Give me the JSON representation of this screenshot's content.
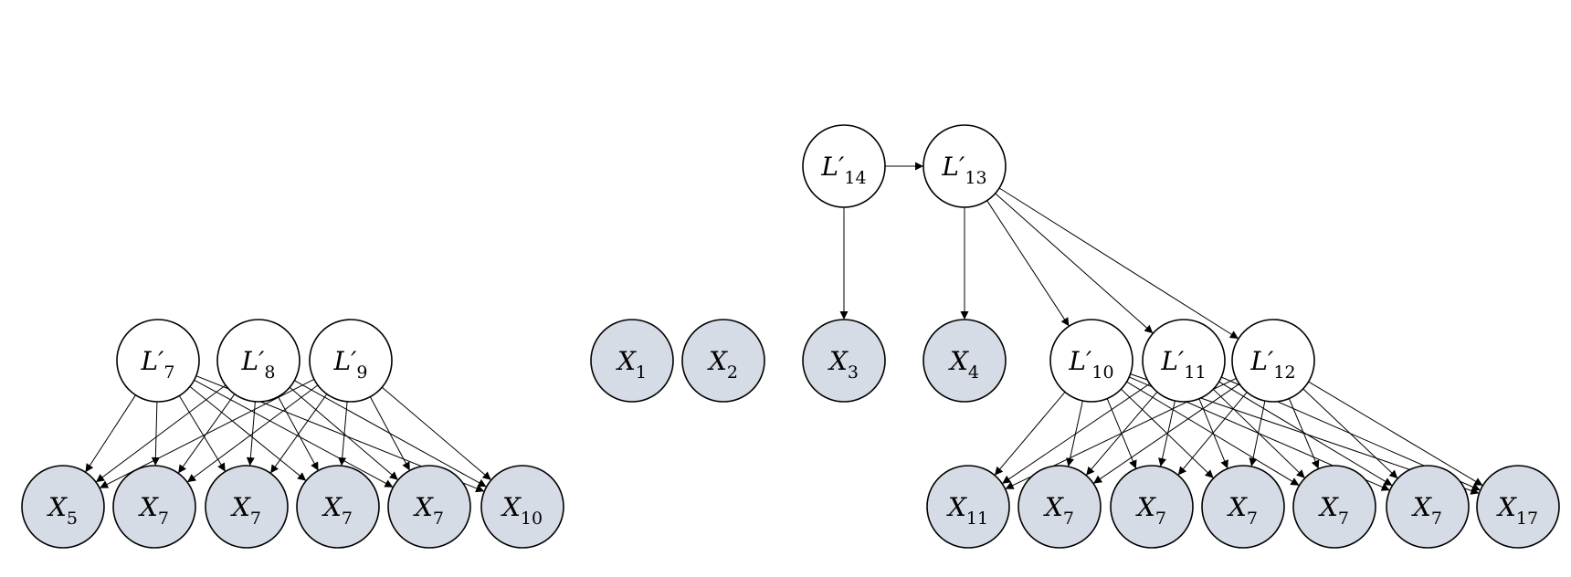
{
  "colors": {
    "latent_fill": "#ffffff",
    "observed_fill": "#d6dce5",
    "stroke": "#000000"
  },
  "nodes": [
    {
      "id": "L14",
      "kind": "latent",
      "base": "L′",
      "sub": "14"
    },
    {
      "id": "L13",
      "kind": "latent",
      "base": "L′",
      "sub": "13"
    },
    {
      "id": "L7",
      "kind": "latent",
      "base": "L′",
      "sub": "7"
    },
    {
      "id": "L8",
      "kind": "latent",
      "base": "L′",
      "sub": "8"
    },
    {
      "id": "L9",
      "kind": "latent",
      "base": "L′",
      "sub": "9"
    },
    {
      "id": "X1",
      "kind": "observed",
      "base": "X",
      "sub": "1"
    },
    {
      "id": "X2",
      "kind": "observed",
      "base": "X",
      "sub": "2"
    },
    {
      "id": "X3",
      "kind": "observed",
      "base": "X",
      "sub": "3"
    },
    {
      "id": "X4",
      "kind": "observed",
      "base": "X",
      "sub": "4"
    },
    {
      "id": "L10",
      "kind": "latent",
      "base": "L′",
      "sub": "10"
    },
    {
      "id": "L11",
      "kind": "latent",
      "base": "L′",
      "sub": "11"
    },
    {
      "id": "L12",
      "kind": "latent",
      "base": "L′",
      "sub": "12"
    },
    {
      "id": "B1",
      "kind": "observed",
      "base": "X",
      "sub": "5"
    },
    {
      "id": "B2",
      "kind": "observed",
      "base": "X",
      "sub": "7"
    },
    {
      "id": "B3",
      "kind": "observed",
      "base": "X",
      "sub": "7"
    },
    {
      "id": "B4",
      "kind": "observed",
      "base": "X",
      "sub": "7"
    },
    {
      "id": "B5",
      "kind": "observed",
      "base": "X",
      "sub": "7"
    },
    {
      "id": "B6",
      "kind": "observed",
      "base": "X",
      "sub": "10"
    },
    {
      "id": "C1",
      "kind": "observed",
      "base": "X",
      "sub": "11"
    },
    {
      "id": "C2",
      "kind": "observed",
      "base": "X",
      "sub": "7"
    },
    {
      "id": "C3",
      "kind": "observed",
      "base": "X",
      "sub": "7"
    },
    {
      "id": "C4",
      "kind": "observed",
      "base": "X",
      "sub": "7"
    },
    {
      "id": "C5",
      "kind": "observed",
      "base": "X",
      "sub": "7"
    },
    {
      "id": "C6",
      "kind": "observed",
      "base": "X",
      "sub": "7"
    },
    {
      "id": "C7",
      "kind": "observed",
      "base": "X",
      "sub": "17"
    }
  ],
  "edges": [
    [
      "L14",
      "L13"
    ],
    [
      "L14",
      "X3"
    ],
    [
      "L13",
      "X4"
    ],
    [
      "L13",
      "L10"
    ],
    [
      "L13",
      "L11"
    ],
    [
      "L13",
      "L12"
    ],
    [
      "L7",
      "B1"
    ],
    [
      "L7",
      "B2"
    ],
    [
      "L7",
      "B3"
    ],
    [
      "L7",
      "B4"
    ],
    [
      "L7",
      "B5"
    ],
    [
      "L7",
      "B6"
    ],
    [
      "L8",
      "B1"
    ],
    [
      "L8",
      "B2"
    ],
    [
      "L8",
      "B3"
    ],
    [
      "L8",
      "B4"
    ],
    [
      "L8",
      "B5"
    ],
    [
      "L8",
      "B6"
    ],
    [
      "L9",
      "B1"
    ],
    [
      "L9",
      "B2"
    ],
    [
      "L9",
      "B3"
    ],
    [
      "L9",
      "B4"
    ],
    [
      "L9",
      "B5"
    ],
    [
      "L9",
      "B6"
    ],
    [
      "L10",
      "C1"
    ],
    [
      "L10",
      "C2"
    ],
    [
      "L10",
      "C3"
    ],
    [
      "L10",
      "C4"
    ],
    [
      "L10",
      "C5"
    ],
    [
      "L10",
      "C6"
    ],
    [
      "L10",
      "C7"
    ],
    [
      "L11",
      "C1"
    ],
    [
      "L11",
      "C2"
    ],
    [
      "L11",
      "C3"
    ],
    [
      "L11",
      "C4"
    ],
    [
      "L11",
      "C5"
    ],
    [
      "L11",
      "C6"
    ],
    [
      "L11",
      "C7"
    ],
    [
      "L12",
      "C1"
    ],
    [
      "L12",
      "C2"
    ],
    [
      "L12",
      "C3"
    ],
    [
      "L12",
      "C4"
    ],
    [
      "L12",
      "C5"
    ],
    [
      "L12",
      "C6"
    ],
    [
      "L12",
      "C7"
    ]
  ]
}
